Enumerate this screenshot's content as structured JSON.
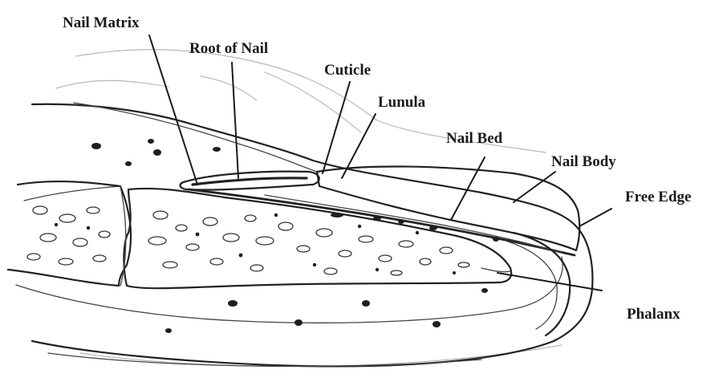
{
  "labels": {
    "nail_matrix": "Nail Matrix",
    "root_of_nail": "Root of Nail",
    "cuticle": "Cuticle",
    "lunula": "Lunula",
    "nail_bed": "Nail Bed",
    "nail_body": "Nail Body",
    "free_edge": "Free Edge",
    "phalanx": "Phalanx"
  },
  "colors": {
    "background": "#ffffff",
    "ink": "#1a1a1a"
  }
}
